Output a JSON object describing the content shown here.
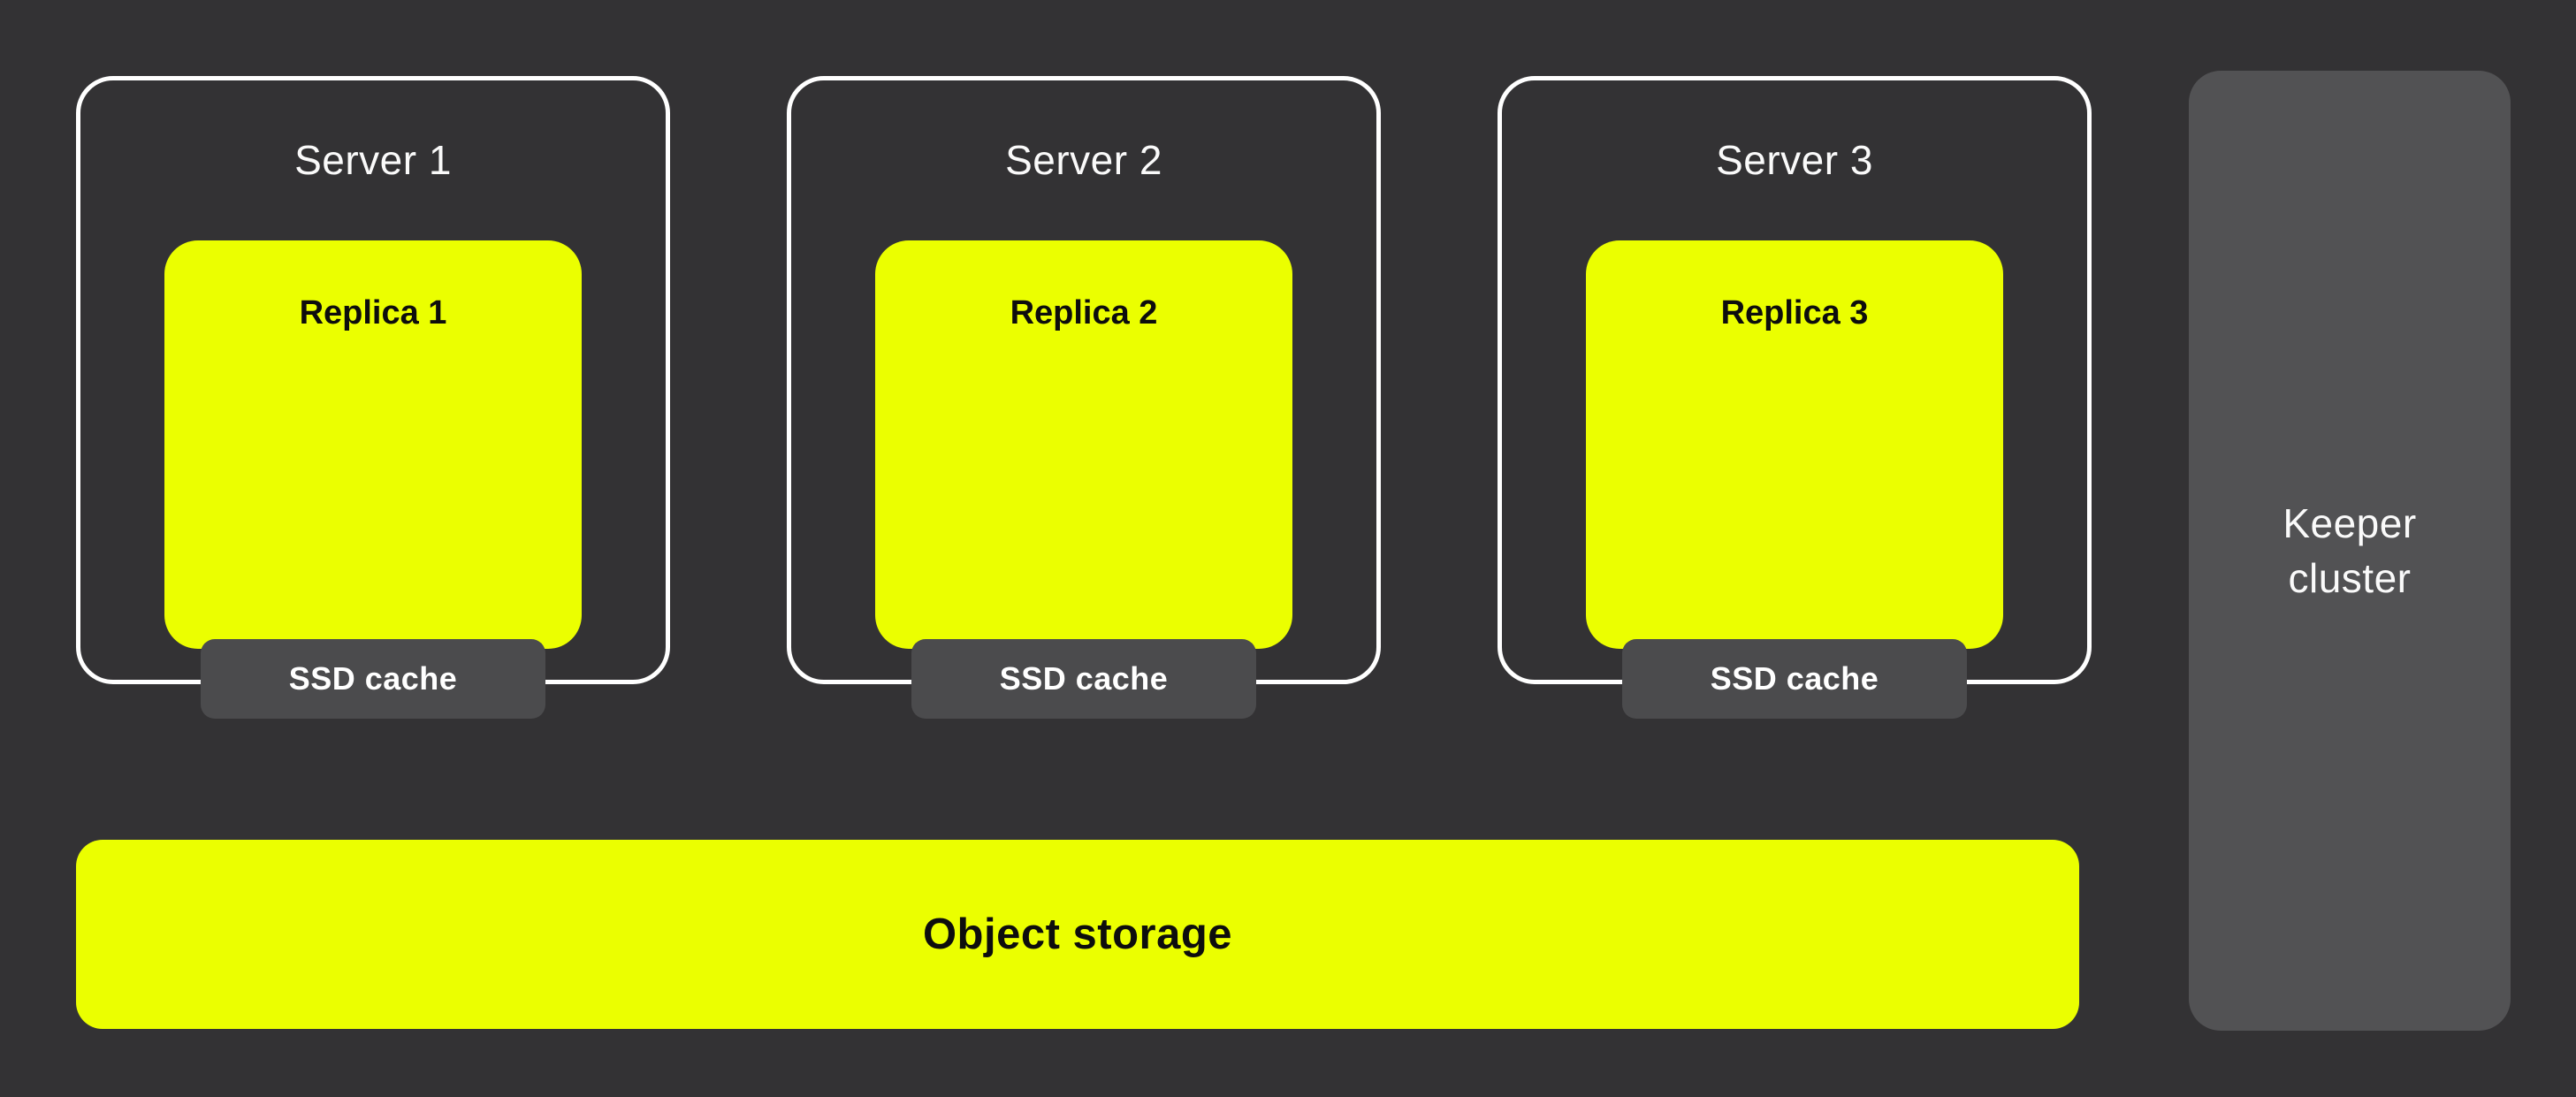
{
  "diagram": {
    "title": "replicated-clickhouse-architecture",
    "colors": {
      "background": "#333234",
      "accent_yellow": "#ebff00",
      "cache_gray": "#4b4b4d",
      "keeper_gray": "#525254",
      "outline_white": "#ffffff",
      "text_light": "#fafafa",
      "text_dark": "#0d0d0d"
    },
    "servers": [
      {
        "label": "Server 1",
        "replica_label": "Replica 1",
        "cache_label": "SSD cache"
      },
      {
        "label": "Server 2",
        "replica_label": "Replica 2",
        "cache_label": "SSD cache"
      },
      {
        "label": "Server 3",
        "replica_label": "Replica 3",
        "cache_label": "SSD cache"
      }
    ],
    "keeper": {
      "label": "Keeper\ncluster"
    },
    "object_storage": {
      "label": "Object storage"
    }
  }
}
